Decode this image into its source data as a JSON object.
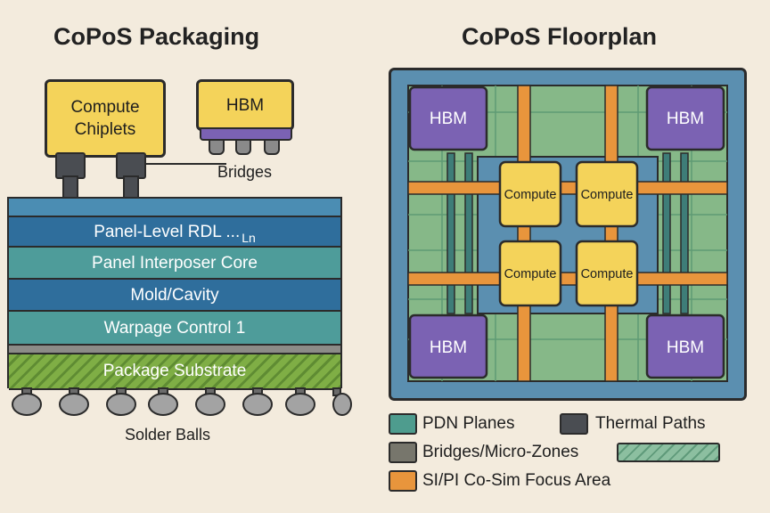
{
  "packaging": {
    "title": "CoPoS Packaging",
    "compute_line1": "Compute",
    "compute_line2": "Chiplets",
    "hbm": "HBM",
    "bridges": "Bridges",
    "layers": {
      "rdl": "Panel-Level RDL ...",
      "rdl_sub": "Ln",
      "core": "Panel Interposer Core",
      "mold": "Mold/Cavity",
      "warpage": "Warpage Control 1",
      "substrate": "Package Substrate"
    },
    "solder": "Solder Balls"
  },
  "floorplan": {
    "title": "CoPoS Floorplan",
    "hbm": [
      "HBM",
      "HBM",
      "HBM",
      "HBM"
    ],
    "compute": [
      "Compute",
      "Compute",
      "Compute",
      "Compute"
    ]
  },
  "legend": {
    "pdn": "PDN Planes",
    "thermal": "Thermal Paths",
    "bridges": "Bridges/Micro-Zones",
    "sipi": "SI/PI Co-Sim Focus Area"
  },
  "colors": {
    "pdn": "#4e9c8e",
    "thermal": "#4a4d52",
    "bridges": "#77766c",
    "sipi": "#e8953c",
    "hbm": "#7b62b3",
    "compute": "#f4d35a",
    "board": "#5b8fb0"
  }
}
